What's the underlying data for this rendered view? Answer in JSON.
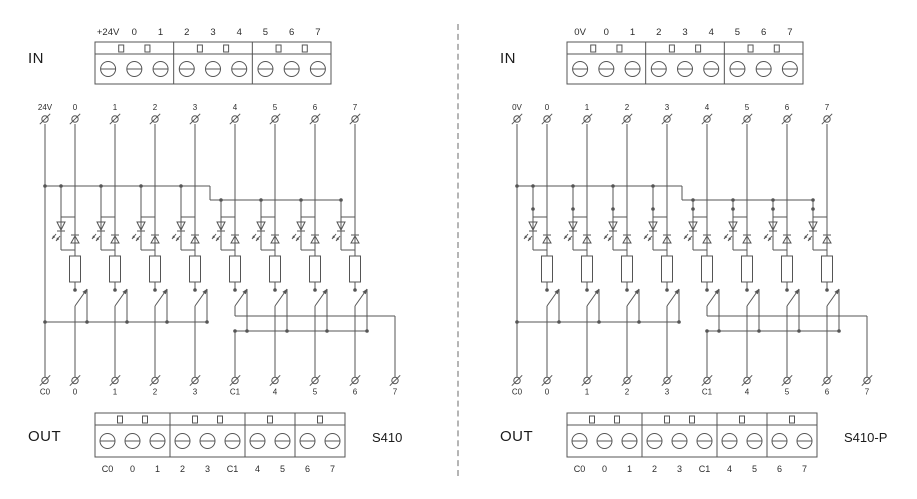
{
  "colors": {
    "line": "#555555",
    "text": "#2b2b2b",
    "block_fill": "#ffffff",
    "divider": "#b5b5b5",
    "background": "#ffffff"
  },
  "panels": [
    {
      "in_label": "IN",
      "out_label": "OUT",
      "module_label": "S410",
      "variant": "sink",
      "in_terminal_labels": [
        "+24V",
        "0",
        "1",
        "2",
        "3",
        "4",
        "5",
        "6",
        "7"
      ],
      "circuit_top_labels": [
        "24V",
        "0",
        "1",
        "2",
        "3",
        "4",
        "5",
        "6",
        "7"
      ],
      "circuit_bottom_labels": [
        "C0",
        "0",
        "1",
        "2",
        "3",
        "C1",
        "4",
        "5",
        "6",
        "7"
      ],
      "out_terminal_labels": [
        "C0",
        "0",
        "1",
        "2",
        "3",
        "C1",
        "4",
        "5",
        "6",
        "7"
      ]
    },
    {
      "in_label": "IN",
      "out_label": "OUT",
      "module_label": "S410-P",
      "variant": "source",
      "in_terminal_labels": [
        "0V",
        "0",
        "1",
        "2",
        "3",
        "4",
        "5",
        "6",
        "7"
      ],
      "circuit_top_labels": [
        "0V",
        "0",
        "1",
        "2",
        "3",
        "4",
        "5",
        "6",
        "7"
      ],
      "circuit_bottom_labels": [
        "C0",
        "0",
        "1",
        "2",
        "3",
        "C1",
        "4",
        "5",
        "6",
        "7"
      ],
      "out_terminal_labels": [
        "C0",
        "0",
        "1",
        "2",
        "3",
        "C1",
        "4",
        "5",
        "6",
        "7"
      ]
    }
  ]
}
